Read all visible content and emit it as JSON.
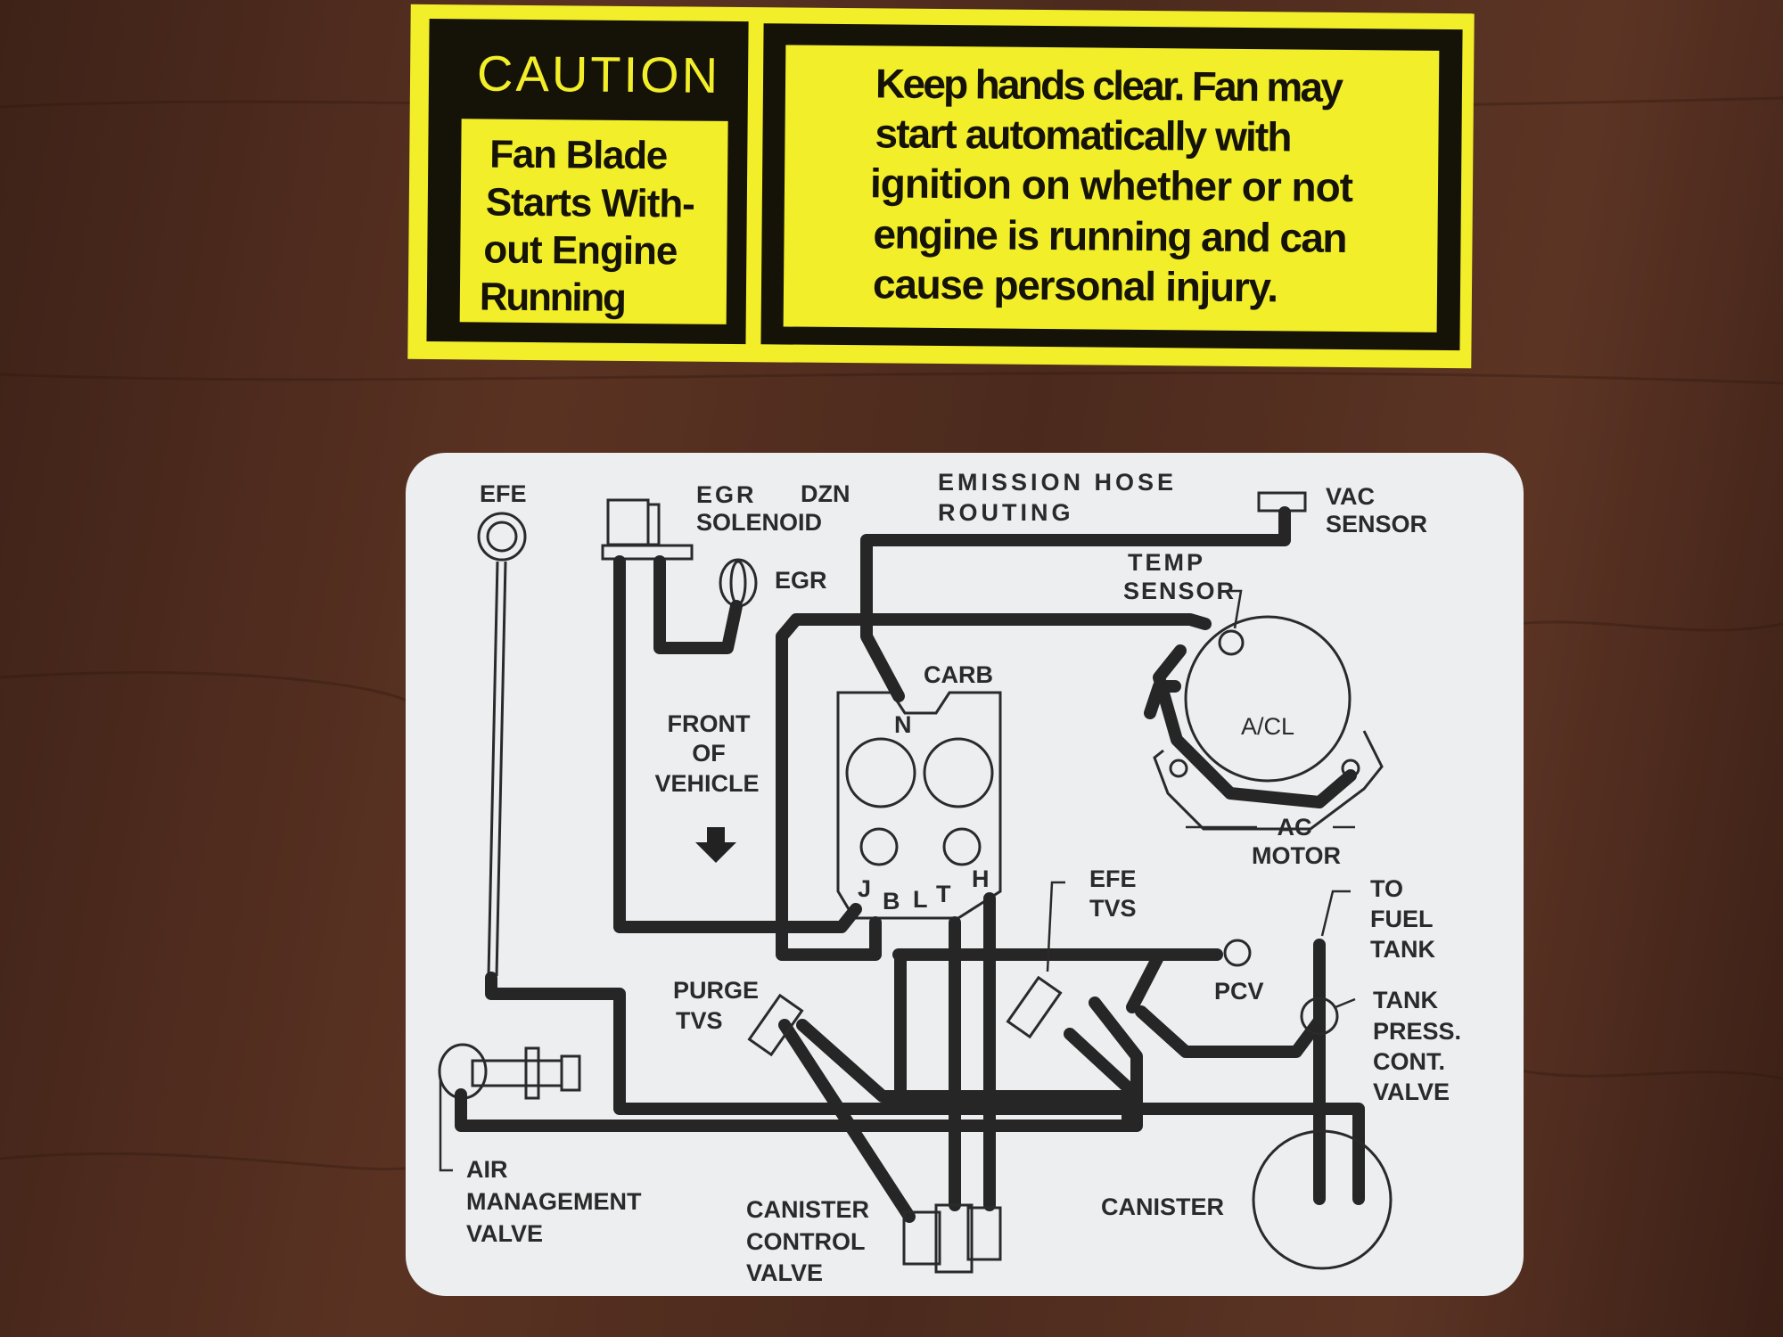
{
  "caution_sticker": {
    "heading": "CAUTION",
    "left_lines": [
      "Fan Blade",
      "Starts With-",
      "out Engine",
      "Running"
    ],
    "right_lines": [
      "Keep hands clear. Fan may",
      "start automatically with",
      "ignition on whether or not",
      "engine is running and can",
      "cause personal injury."
    ],
    "colors": {
      "background": "#f2ee2a",
      "border": "#151208"
    }
  },
  "emission_diagram": {
    "code": "DZN",
    "title_lines": [
      "EMISSION HOSE",
      "ROUTING"
    ],
    "labels": {
      "efe": "EFE",
      "egr_solenoid": [
        "EGR",
        "SOLENOID"
      ],
      "egr": "EGR",
      "vac_sensor": [
        "VAC",
        "SENSOR"
      ],
      "temp_sensor": [
        "TEMP",
        "SENSOR"
      ],
      "carb": "CARB",
      "carb_port_n": "N",
      "carb_ports": [
        "J",
        "B",
        "L",
        "T",
        "H"
      ],
      "front_of_vehicle": [
        "FRONT",
        "OF",
        "VEHICLE"
      ],
      "acl": "A/CL",
      "ac_motor": [
        "AC",
        "MOTOR"
      ],
      "efe_tvs": [
        "EFE",
        "TVS"
      ],
      "to_fuel_tank": [
        "TO",
        "FUEL",
        "TANK"
      ],
      "purge_tvs": [
        "PURGE",
        "TVS"
      ],
      "pcv": "PCV",
      "tank_press_valve": [
        "TANK",
        "PRESS.",
        "CONT.",
        "VALVE"
      ],
      "air_management_valve": [
        "AIR",
        "MANAGEMENT",
        "VALVE"
      ],
      "canister_control_valve": [
        "CANISTER",
        "CONTROL",
        "VALVE"
      ],
      "canister": "CANISTER"
    }
  }
}
